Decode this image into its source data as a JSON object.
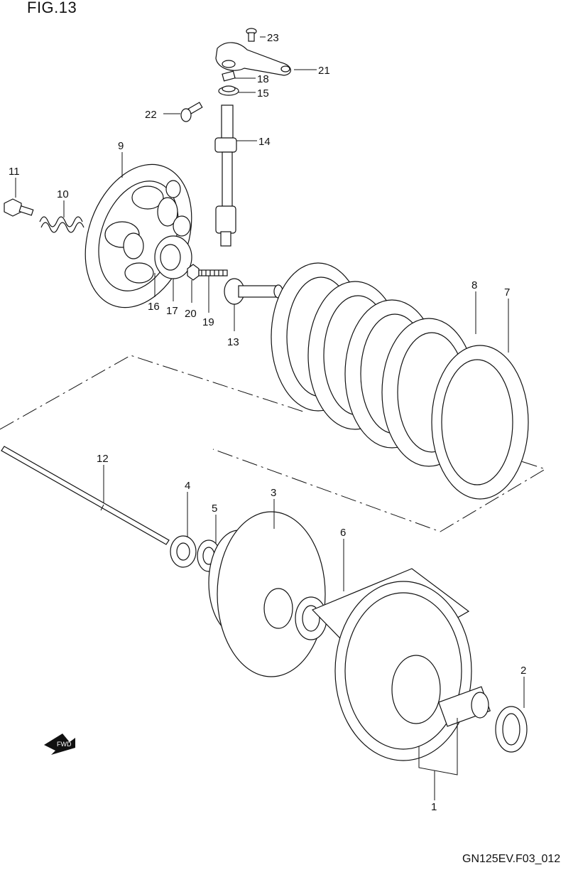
{
  "figure": {
    "title": "FIG.13",
    "code": "GN125EV.F03_012"
  },
  "callouts": {
    "p1": "1",
    "p2": "2",
    "p3": "3",
    "p4": "4",
    "p5": "5",
    "p6": "6",
    "p7": "7",
    "p8": "8",
    "p9": "9",
    "p10": "10",
    "p11": "11",
    "p12": "12",
    "p13": "13",
    "p14": "14",
    "p15": "15",
    "p16": "16",
    "p17": "17",
    "p18": "18",
    "p19": "19",
    "p20": "20",
    "p21": "21",
    "p22": "22",
    "p23": "23"
  },
  "direction_badge": "FWD"
}
